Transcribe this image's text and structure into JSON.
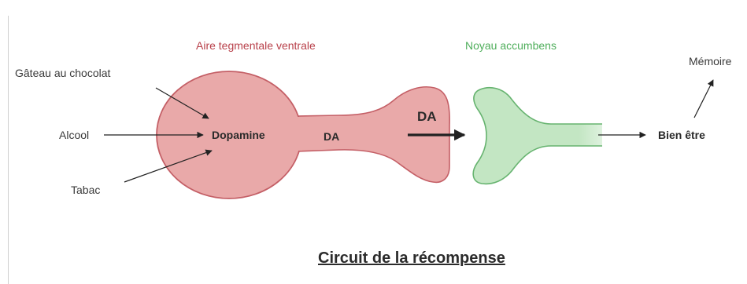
{
  "labels": {
    "vta": "Aire tegmentale ventrale",
    "nac": "Noyau accumbens",
    "gateau": "Gâteau au chocolat",
    "alcool": "Alcool",
    "tabac": "Tabac",
    "dopamine": "Dopamine",
    "da_axon": "DA",
    "da_release": "DA",
    "bien_etre": "Bien être",
    "memoire": "Mémoire",
    "title": "Circuit de la récompense"
  },
  "colors": {
    "vta_fill": "#e9a9a9",
    "vta_stroke": "#c45f66",
    "vta_label": "#b8404a",
    "nac_fill": "#c3e6c3",
    "nac_stroke": "#66b36f",
    "nac_label": "#4fae5b",
    "text": "#3a3a3a",
    "arrow": "#222222"
  }
}
